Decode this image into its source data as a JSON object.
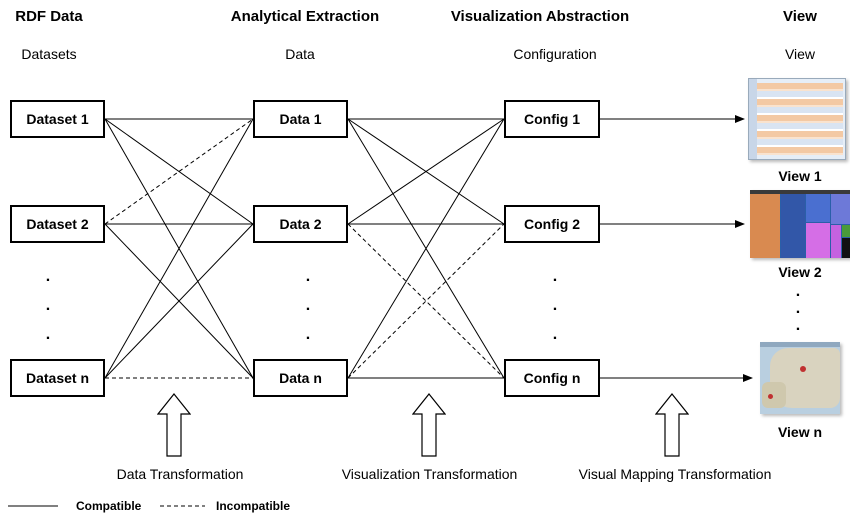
{
  "headers": [
    "RDF Data",
    "Analytical Extraction",
    "Visualization Abstraction",
    "View"
  ],
  "subheaders": [
    "Datasets",
    "Data",
    "Configuration",
    "View"
  ],
  "datasets": [
    "Dataset 1",
    "Dataset 2",
    "Dataset n"
  ],
  "data_items": [
    "Data 1",
    "Data 2",
    "Data n"
  ],
  "configs": [
    "Config 1",
    "Config 2",
    "Config n"
  ],
  "views": [
    "View 1",
    "View 2",
    "View n"
  ],
  "ellipsis": ".\n.\n.",
  "transformations": [
    "Data Transformation",
    "Visualization Transformation",
    "Visual Mapping Transformation"
  ],
  "legend": {
    "compatible": "Compatible",
    "incompatible": "Incompatible"
  }
}
